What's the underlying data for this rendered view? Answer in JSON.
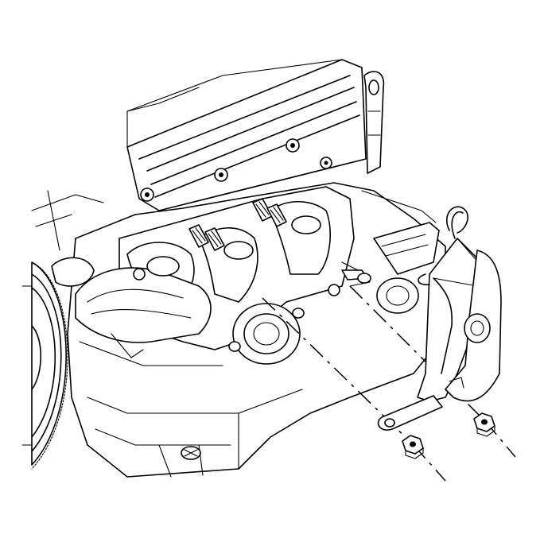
{
  "diagram": {
    "components": [
      "engine-block",
      "valve-cover",
      "exhaust-manifold",
      "flywheel",
      "manifold-studs",
      "heat-shield-bracket",
      "nuts",
      "alignment-lines"
    ],
    "colors": {
      "line": "#000000",
      "background": "#ffffff"
    }
  }
}
